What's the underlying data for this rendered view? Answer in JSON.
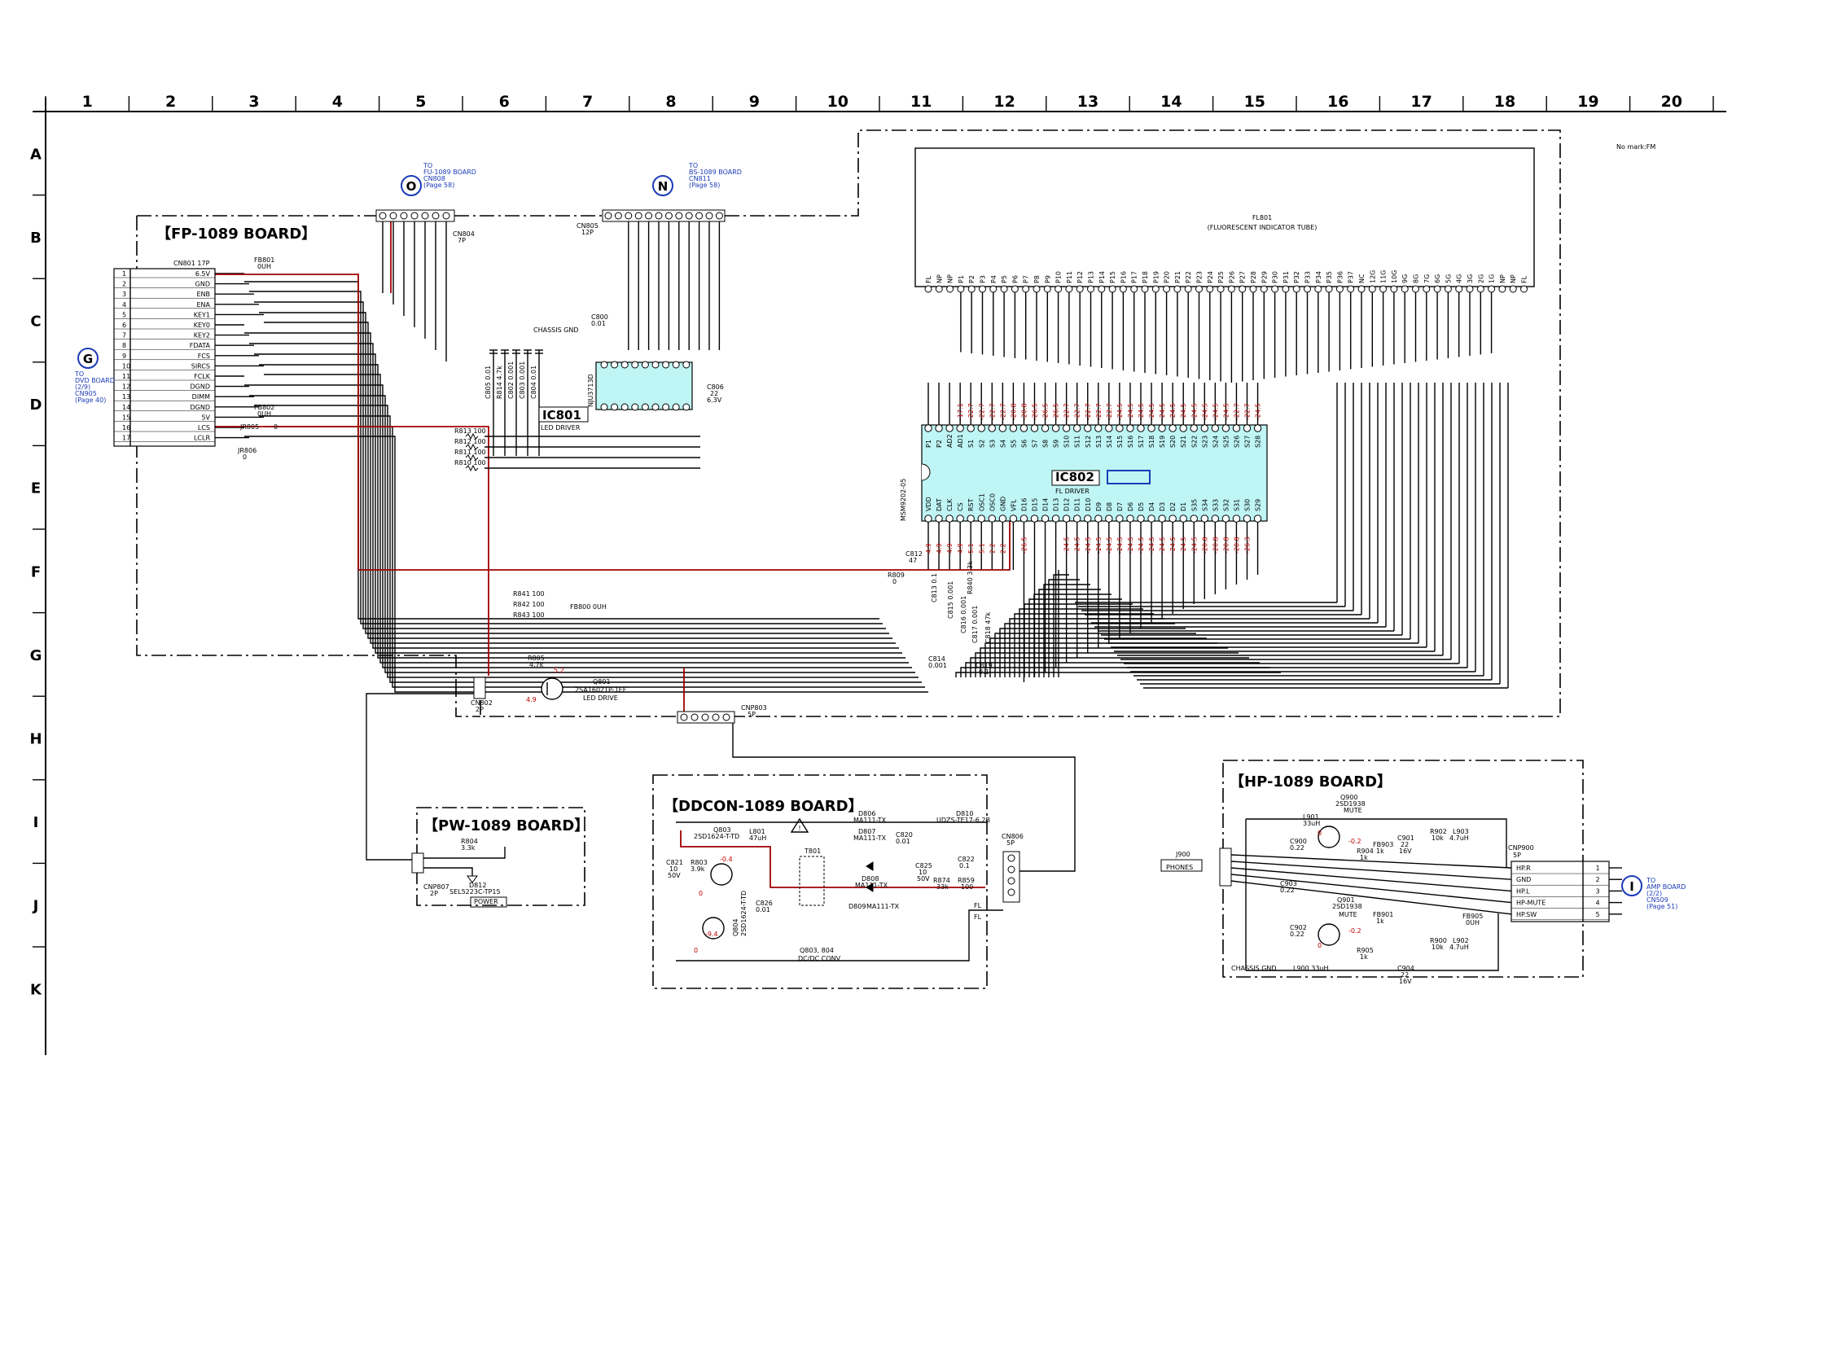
{
  "grid": {
    "columns": [
      "1",
      "2",
      "3",
      "4",
      "5",
      "6",
      "7",
      "8",
      "9",
      "10",
      "11",
      "12",
      "13",
      "14",
      "15",
      "16",
      "17",
      "18",
      "19",
      "20"
    ],
    "rows": [
      "A",
      "B",
      "C",
      "D",
      "E",
      "F",
      "G",
      "H",
      "I",
      "J",
      "K"
    ]
  },
  "note": "No mark:FM",
  "boards": {
    "fp": "【FP-1089 BOARD】",
    "pw": "【PW-1089 BOARD】",
    "ddcon": "【DDCON-1089 BOARD】",
    "hp": "【HP-1089 BOARD】"
  },
  "connectors": {
    "O": {
      "letter": "O",
      "lines": [
        "TO",
        "FU-1089 BOARD",
        "CN808",
        "(Page 58)"
      ]
    },
    "N": {
      "letter": "N",
      "lines": [
        "TO",
        "BS-1089 BOARD",
        "CN811",
        "(Page 58)"
      ]
    },
    "G": {
      "letter": "G",
      "lines": [
        "TO",
        "DVD BOARD",
        "(2/9)",
        "CN905",
        "(Page 40)"
      ]
    },
    "I": {
      "letter": "I",
      "lines": [
        "TO",
        "AMP BOARD",
        "(2/2)",
        "CN509",
        "(Page 51)"
      ]
    }
  },
  "cn801": {
    "title": "CN801 17P",
    "pins": [
      {
        "n": "1",
        "s": "6.5V"
      },
      {
        "n": "2",
        "s": "GND"
      },
      {
        "n": "3",
        "s": "ENB"
      },
      {
        "n": "4",
        "s": "ENA"
      },
      {
        "n": "5",
        "s": "KEY1"
      },
      {
        "n": "6",
        "s": "KEY0"
      },
      {
        "n": "7",
        "s": "KEY2"
      },
      {
        "n": "8",
        "s": "FDATA"
      },
      {
        "n": "9",
        "s": "FCS"
      },
      {
        "n": "10",
        "s": "SIRCS"
      },
      {
        "n": "11",
        "s": "FCLK"
      },
      {
        "n": "12",
        "s": "DGND"
      },
      {
        "n": "13",
        "s": "DIMM"
      },
      {
        "n": "14",
        "s": "DGND"
      },
      {
        "n": "15",
        "s": "5V"
      },
      {
        "n": "16",
        "s": "LCS"
      },
      {
        "n": "17",
        "s": "LCLR"
      }
    ]
  },
  "cn900": {
    "title": "CNP900",
    "sub": "5P",
    "pins": [
      {
        "n": "1",
        "s": "HP.R"
      },
      {
        "n": "2",
        "s": "GND"
      },
      {
        "n": "3",
        "s": "HP.L"
      },
      {
        "n": "4",
        "s": "HP-MUTE"
      },
      {
        "n": "5",
        "s": "HP.SW"
      }
    ]
  },
  "ic801": {
    "name": "IC801",
    "desc": "LED DRIVER",
    "part": "NJU3713D"
  },
  "ic802": {
    "name": "IC802",
    "desc": "FL DRIVER",
    "part": "MSM9202-05",
    "top_pins": [
      "P1",
      "P2",
      "AD2",
      "AD1",
      "S1",
      "S2",
      "S3",
      "S4",
      "S5",
      "S6",
      "S7",
      "S8",
      "S9",
      "S10",
      "S11",
      "S12",
      "S13",
      "S14",
      "S15",
      "S16",
      "S17",
      "S18",
      "S19",
      "S20",
      "S21",
      "S22",
      "S23",
      "S24",
      "S25",
      "S26",
      "S27",
      "S28"
    ],
    "bottom_pins": [
      "VDD",
      "DAT",
      "CLK",
      "CS",
      "RST",
      "OSC1",
      "OSC0",
      "GND",
      "VFL",
      "D16",
      "D15",
      "D14",
      "D13",
      "D12",
      "D11",
      "D10",
      "D9",
      "D8",
      "D7",
      "D6",
      "D5",
      "D4",
      "D3",
      "D2",
      "D1",
      "S35",
      "S34",
      "S33",
      "S32",
      "S31",
      "S30",
      "S29"
    ],
    "top_v": [
      "",
      "",
      "",
      "-17.1",
      "-22.7",
      "-22.7",
      "-22.7",
      "-22.7",
      "-20.8",
      "-20.8",
      "-26.5",
      "-26.5",
      "-26.5",
      "-22.7",
      "-22.7",
      "-22.7",
      "-22.7",
      "-22.7",
      "-24.5",
      "-24.5",
      "-24.5",
      "-24.5",
      "-24.5",
      "-24.5",
      "-24.5",
      "-24.5",
      "-24.5",
      "-24.5",
      "-24.5",
      "-22.7",
      "-22.7",
      "-24.5"
    ],
    "bottom_v": [
      "4.9",
      "4.9",
      "4.9",
      "4.9",
      "5.1",
      "5.1",
      "2.2",
      "2.2",
      "",
      "-26.5",
      "",
      "",
      "",
      "-24.5",
      "-24.5",
      "-24.5",
      "-24.5",
      "-24.5",
      "-24.5",
      "-24.5",
      "-24.5",
      "-24.5",
      "-24.5",
      "-24.5",
      "-24.5",
      "-24.5",
      "-20.8",
      "-20.8",
      "-20.8",
      "-20.8",
      "-26.3",
      ""
    ]
  },
  "fl801": {
    "name": "FL801",
    "desc": "(FLUORESCENT INDICATOR TUBE)",
    "pins": [
      "FL",
      "NP",
      "NP",
      "P1",
      "P2",
      "P3",
      "P4",
      "P5",
      "P6",
      "P7",
      "P8",
      "P9",
      "P10",
      "P11",
      "P12",
      "P13",
      "P14",
      "P15",
      "P16",
      "P17",
      "P18",
      "P19",
      "P20",
      "P21",
      "P22",
      "P23",
      "P24",
      "P25",
      "P26",
      "P27",
      "P28",
      "P29",
      "P30",
      "P31",
      "P32",
      "P33",
      "P34",
      "P35",
      "P36",
      "P37",
      "NC",
      "12G",
      "11G",
      "10G",
      "9G",
      "8G",
      "7G",
      "6G",
      "5G",
      "4G",
      "3G",
      "2G",
      "1G",
      "NP",
      "NP",
      "FL"
    ]
  },
  "labels": {
    "cn804": "CN804",
    "cn804p": "7P",
    "cn805": "CN805",
    "cn805p": "12P",
    "chassis": "CHASSIS GND",
    "c800": "C800",
    "c800v": "0.01",
    "fb801": "FB801",
    "fb801v": "0UH",
    "fb802": "FB802",
    "fb802v": "0UH",
    "jr805": "JR805",
    "jr805v": "0",
    "jr806": "JR806",
    "jr806v": "0",
    "r813": "R813 100",
    "r812": "R812 100",
    "r811": "R811 100",
    "r810": "R810 100",
    "c805": "C805 0.01",
    "r814": "R814 4.7k",
    "c802": "C802 0.001",
    "c803": "C803 0.001",
    "c804": "C804 0.01",
    "c806": "C806",
    "c806v": "22",
    "c806w": "6.3V",
    "r841": "R841 100",
    "r842": "R842 100",
    "r843": "R843 100",
    "fb800": "FB800 0UH",
    "r805": "R805",
    "r805v": "4.7k",
    "q801": "Q801",
    "q801p": "2SA1602TP-1EF",
    "q801d": "LED DRIVE",
    "q801v1": "4.9",
    "q801v2": "5.2",
    "cn802": "CN802",
    "cn802p": "2P",
    "cnp803": "CNP803",
    "cnp803p": "5P",
    "c812": "C812",
    "c812v": "47",
    "r809": "R809",
    "r809v": "0",
    "c813": "C813 0.1",
    "c815": "C815 0.001",
    "r840": "R840 3.3k",
    "c816": "C816 0.001",
    "c817": "C817 0.001",
    "c818": "C818 47k",
    "c814": "C814",
    "c814v": "0.001",
    "c819": "C819",
    "c819v": "0.1",
    "r804": "R804",
    "r804v": "3.3k",
    "d812": "D812",
    "d812p": "SEL5223C-TP15",
    "power": "POWER",
    "cnp807": "CNP807",
    "cnp807p": "2P",
    "q803": "Q803",
    "q803p": "2SD1624-T-TD",
    "l801": "L801",
    "l801v": "47uH",
    "d806": "D806",
    "d806p": "MA111-TX",
    "d807": "D807",
    "d807p": "MA111-TX",
    "d810": "D810",
    "d810p": "UDZS-TE17-6.2B",
    "c820": "C820",
    "c820v": "0.01",
    "c822": "C822",
    "c822v": "0.1",
    "c821": "C821",
    "c821v": "10",
    "c821w": "50V",
    "r803": "R803",
    "r803v": "3.9k",
    "q804": "Q804",
    "q804p": "2SD1624-T-TD",
    "c826": "C826",
    "c826v": "0.01",
    "t801": "T801",
    "d808": "D808",
    "d808p": "MA111-TX",
    "d809": "D809",
    "d809p": "MA111-TX",
    "c825": "C825",
    "c825v": "10",
    "c825w": "50V",
    "r874": "R874",
    "r874v": "33k",
    "r859": "R859",
    "r859v": "100",
    "fl1": "FL",
    "fl2": "FL",
    "cn806": "CN806",
    "cn806p": "5P",
    "q803_804": "Q803, 804",
    "dcconv": "DC/DC CONV",
    "q803v1": "0",
    "q803v2": "-0.4",
    "q804v1": "0",
    "q804v2": "-9.4",
    "l901": "L901",
    "l901v": "33uH",
    "q900": "Q900",
    "q900p": "2SD1938",
    "q900d": "MUTE",
    "q901": "Q901",
    "q901p": "2SD1938",
    "q901d": "MUTE",
    "j900": "J900",
    "phones": "PHONES",
    "c900": "C900",
    "c900v": "0.22",
    "c902": "C902",
    "c902v": "0.22",
    "c903": "C903",
    "c903v": "0.22",
    "c901": "C901",
    "c901v": "22",
    "c901w": "16V",
    "c904": "C904",
    "c904v": "22",
    "c904w": "16V",
    "r904": "R904",
    "r904v": "1k",
    "r905": "R905",
    "r905v": "1k",
    "fb903": "FB903",
    "fb903v": "1k",
    "fb901": "FB901",
    "fb901v": "1k",
    "r902": "R902",
    "r902v": "10k",
    "r900": "R900",
    "r900v": "10k",
    "l903": "L903",
    "l903v": "4.7uH",
    "l902": "L902",
    "l902v": "4.7uH",
    "fb905": "FB905",
    "fb905v": "0UH",
    "l900": "L900 33uH",
    "chassis2": "CHASSIS GND",
    "q900v1": "0",
    "q900v2": "-0.2",
    "q901v1": "0",
    "q901v2": "-0.2"
  }
}
